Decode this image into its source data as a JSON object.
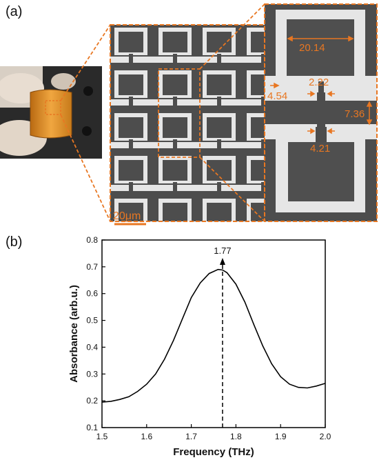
{
  "panel_a": {
    "label": "(a)",
    "scale_bar": "20μm",
    "dimensions": {
      "square_width": "20.14",
      "gap_top": "2.22",
      "arm_width": "4.54",
      "spacing": "7.36",
      "gap_bottom": "4.21"
    },
    "colors": {
      "accent": "#e87722",
      "metal": "#e6e6e6",
      "substrate": "#4d4d4d"
    }
  },
  "panel_b": {
    "label": "(b)"
  },
  "chart_data": {
    "type": "line",
    "title": "",
    "xlabel": "Frequency (THz)",
    "ylabel": "Absorbance (arb.u.)",
    "xlim": [
      1.5,
      2.0
    ],
    "ylim": [
      0.1,
      0.8
    ],
    "xticks": [
      "1.5",
      "1.6",
      "1.7",
      "1.8",
      "1.9",
      "2.0"
    ],
    "yticks": [
      "0.1",
      "0.2",
      "0.3",
      "0.4",
      "0.5",
      "0.6",
      "0.7",
      "0.8"
    ],
    "grid": false,
    "annotation": {
      "text": "1.77",
      "x": 1.77
    },
    "series": [
      {
        "x": [
          1.5,
          1.52,
          1.54,
          1.56,
          1.58,
          1.6,
          1.62,
          1.64,
          1.66,
          1.68,
          1.7,
          1.72,
          1.74,
          1.76,
          1.77,
          1.78,
          1.8,
          1.82,
          1.84,
          1.86,
          1.88,
          1.9,
          1.92,
          1.94,
          1.96,
          1.98,
          2.0
        ],
        "y": [
          0.195,
          0.198,
          0.205,
          0.215,
          0.235,
          0.262,
          0.3,
          0.355,
          0.425,
          0.505,
          0.585,
          0.64,
          0.675,
          0.69,
          0.688,
          0.678,
          0.635,
          0.568,
          0.485,
          0.405,
          0.338,
          0.29,
          0.262,
          0.25,
          0.248,
          0.255,
          0.265
        ]
      }
    ]
  }
}
